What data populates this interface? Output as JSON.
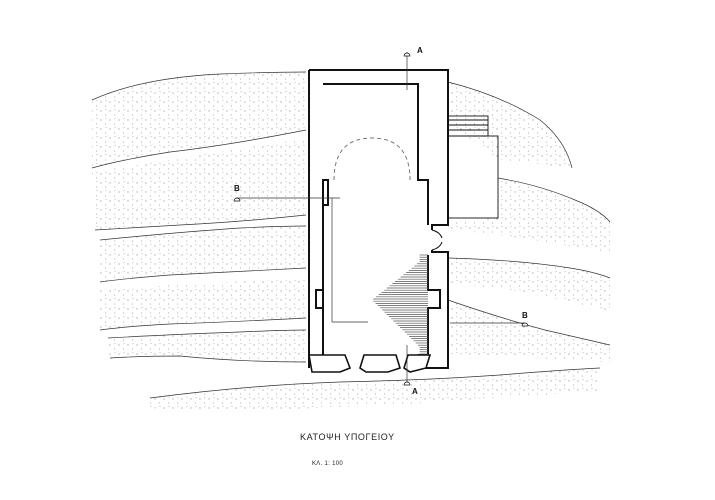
{
  "drawing": {
    "title": "ΚΑΤΟΨΗ ΥΠΟΓΕΙΟΥ",
    "scale": "ΚΛ. 1: 100"
  },
  "section_markers": {
    "a_top": "A",
    "a_bottom": "A",
    "b_left": "B",
    "b_right": "B"
  },
  "colors": {
    "ink": "#111111",
    "terrain": "#333333",
    "hatch": "#555555",
    "dashed": "#777777"
  }
}
